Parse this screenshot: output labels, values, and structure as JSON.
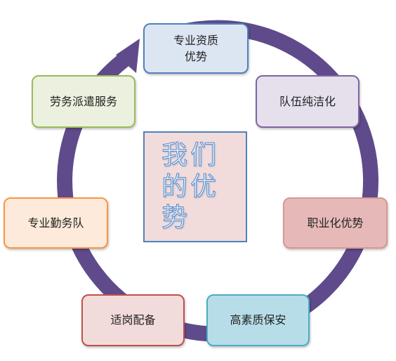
{
  "diagram": {
    "center": {
      "text": "我们的优势",
      "bg": "#f2dcdb",
      "border": "#4f81bd"
    },
    "ring_color": "#5f4b8b",
    "nodes": [
      {
        "id": "top",
        "label": "专业资质\n优势",
        "bg": "#dce6f2",
        "border": "#4f81bd"
      },
      {
        "id": "upper-right",
        "label": "队伍纯洁化",
        "bg": "#e5e0ec",
        "border": "#8064a2"
      },
      {
        "id": "right",
        "label": "职业化优势",
        "bg": "#e6b9b8",
        "border": "#d99694"
      },
      {
        "id": "lower-right",
        "label": "高素质保安",
        "bg": "#b7dee8",
        "border": "#4bacc6"
      },
      {
        "id": "lower-left",
        "label": "适岗配备",
        "bg": "#f2dcdb",
        "border": "#c0504d"
      },
      {
        "id": "left",
        "label": "专业勤务队",
        "bg": "#fdeada",
        "border": "#f79646"
      },
      {
        "id": "upper-left",
        "label": "劳务派遣服务",
        "bg": "#ebf1de",
        "border": "#9bbb59"
      }
    ]
  }
}
